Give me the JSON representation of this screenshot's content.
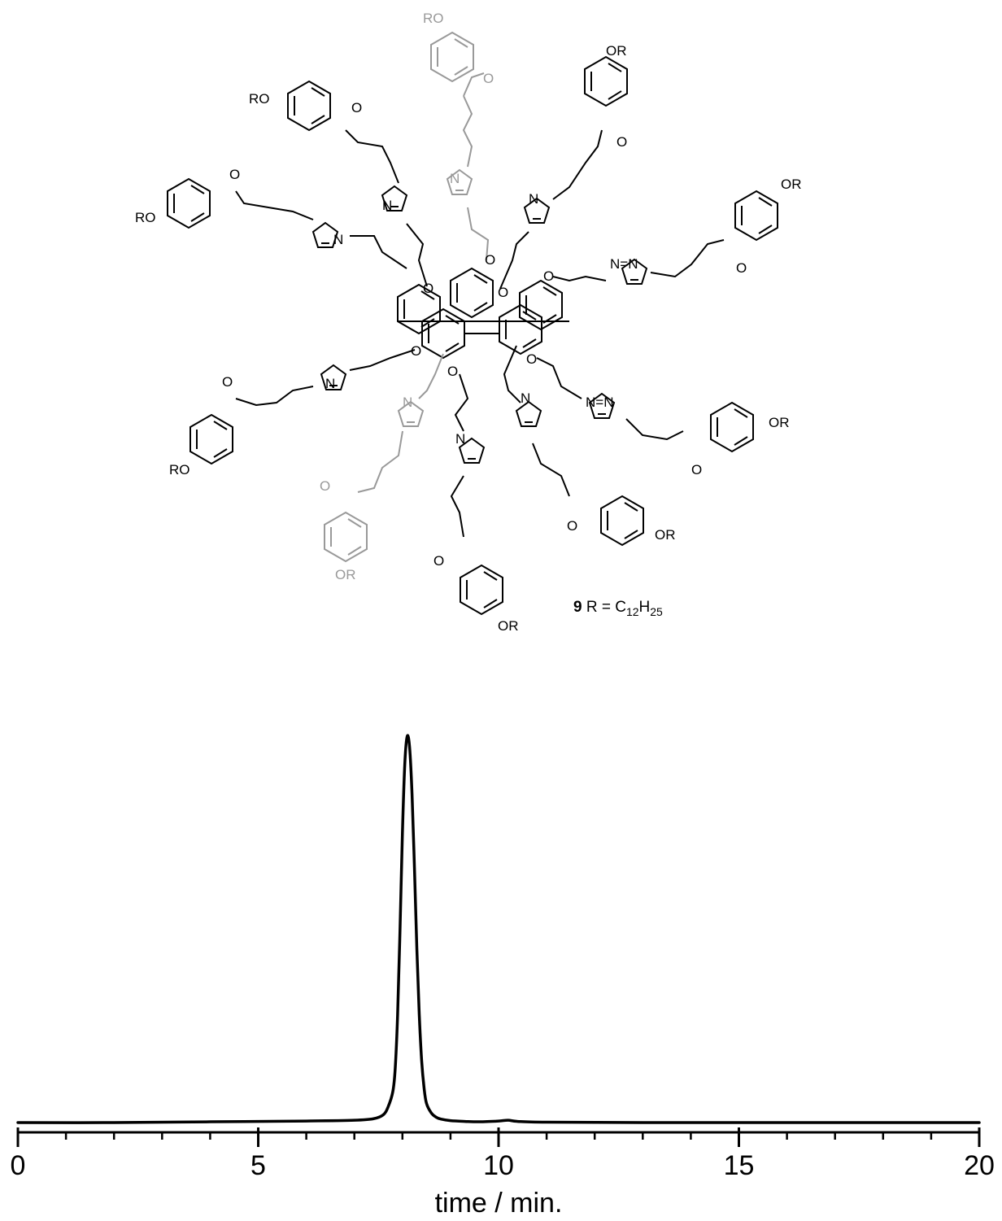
{
  "structure": {
    "compound_number": "9",
    "r_definition": {
      "prefix": " R = C",
      "sub1": "12",
      "mid": "H",
      "sub2": "25"
    },
    "atom_labels": {
      "ro": "RO",
      "or": "OR",
      "o": "O",
      "n": "N",
      "n_eq_n": "N=N",
      "n_n": "N",
      "nn_v": "N"
    },
    "colors": {
      "main": "#000000",
      "highlight": "#999999"
    }
  },
  "chart_data": {
    "type": "line",
    "title": "",
    "xlabel": "time / min.",
    "ylabel": "",
    "xlim": [
      0,
      20
    ],
    "x_major_ticks": [
      0,
      5,
      10,
      15,
      20
    ],
    "x_tick_labels": [
      "0",
      "5",
      "10",
      "15",
      "20"
    ],
    "x_minor_step": 1,
    "y_axis_shown": false,
    "series": [
      {
        "color": "#000000",
        "x": [
          0,
          2,
          4,
          6,
          7,
          7.4,
          7.6,
          7.7,
          7.8,
          7.85,
          7.9,
          7.95,
          8.0,
          8.05,
          8.1,
          8.15,
          8.2,
          8.25,
          8.3,
          8.35,
          8.4,
          8.45,
          8.5,
          8.6,
          8.7,
          8.8,
          9.0,
          9.3,
          9.6,
          10.0,
          10.2,
          10.4,
          11,
          13,
          16,
          20
        ],
        "y": [
          0.0,
          0.0,
          0.002,
          0.004,
          0.006,
          0.01,
          0.02,
          0.04,
          0.08,
          0.14,
          0.28,
          0.5,
          0.75,
          0.93,
          1.0,
          0.97,
          0.85,
          0.66,
          0.45,
          0.28,
          0.16,
          0.09,
          0.05,
          0.025,
          0.014,
          0.009,
          0.005,
          0.003,
          0.002,
          0.004,
          0.006,
          0.003,
          0.001,
          0.0,
          0.0,
          0.0
        ]
      }
    ]
  }
}
